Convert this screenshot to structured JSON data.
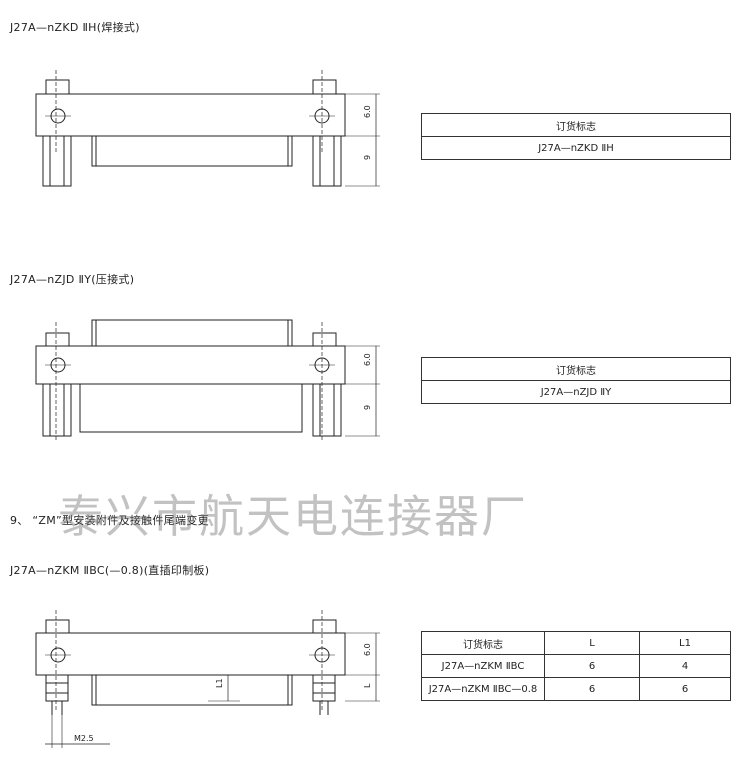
{
  "sections": [
    {
      "title": "J27A—nZKD ⅡH(焊接式)",
      "table": {
        "header": "订货标志",
        "value": "J27A—nZKD ⅡH"
      },
      "dims": {
        "top": "6.0",
        "bottom": "9"
      }
    },
    {
      "title": "J27A—nZJD ⅡY(压接式)",
      "table": {
        "header": "订货标志",
        "value": "J27A—nZJD ⅡY"
      },
      "dims": {
        "top": "6.0",
        "bottom": "9"
      }
    }
  ],
  "section9": {
    "heading": "9、 “ZM”型安装附件及接触件尾端变更",
    "subtitle": "J27A—nZKM ⅡBC(—0.8)(直插印制板)",
    "dims": {
      "top": "6.0",
      "side": "L",
      "inner": "L1",
      "thread": "M2.5"
    },
    "table": {
      "headers": [
        "订货标志",
        "L",
        "L1"
      ],
      "rows": [
        [
          "J27A—nZKM ⅡBC",
          "6",
          "4"
        ],
        [
          "J27A—nZKM ⅡBC—0.8",
          "6",
          "6"
        ]
      ]
    }
  },
  "watermark": "泰兴市航天电连接器厂"
}
